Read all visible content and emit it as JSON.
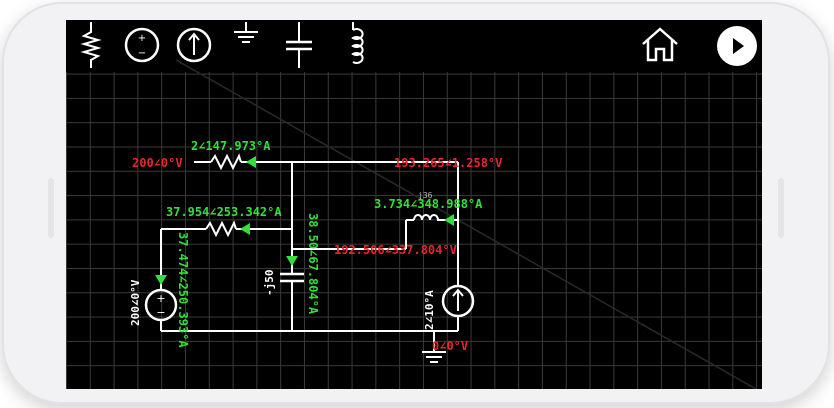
{
  "toolbar": {
    "tools": [
      {
        "name": "resistor-tool",
        "icon": "resistor-icon"
      },
      {
        "name": "voltage-source-tool",
        "icon": "voltage-source-icon"
      },
      {
        "name": "current-source-tool",
        "icon": "current-source-icon"
      },
      {
        "name": "ground-tool",
        "icon": "ground-icon"
      },
      {
        "name": "capacitor-tool",
        "icon": "capacitor-icon"
      },
      {
        "name": "inductor-tool",
        "icon": "inductor-icon"
      }
    ],
    "home_icon": "home-icon",
    "play_icon": "play-icon"
  },
  "circuit": {
    "labels": {
      "source_left_top": "200∠0°V",
      "current_top": "2∠147.973°A",
      "voltage_top_right": "193.265∠1.258°V",
      "current_middle": "37.954∠253.342°A",
      "current_inductor": "3.734∠348.988°A",
      "voltage_mid": "192.506∠337.804°V",
      "current_cap_vertical": "38.50∠67.804°A",
      "current_left_vertical": "37.474∠250.393°A",
      "source_left_vertical": "200∠0°V",
      "cap_value": "-j50",
      "source_right_vertical": "2∠10°A",
      "ground_voltage": "0∠0°V",
      "inductor_value": "j36"
    }
  },
  "colors": {
    "voltage": "#e8262b",
    "current": "#31e03a",
    "wire": "#ffffff",
    "background": "#000000"
  }
}
